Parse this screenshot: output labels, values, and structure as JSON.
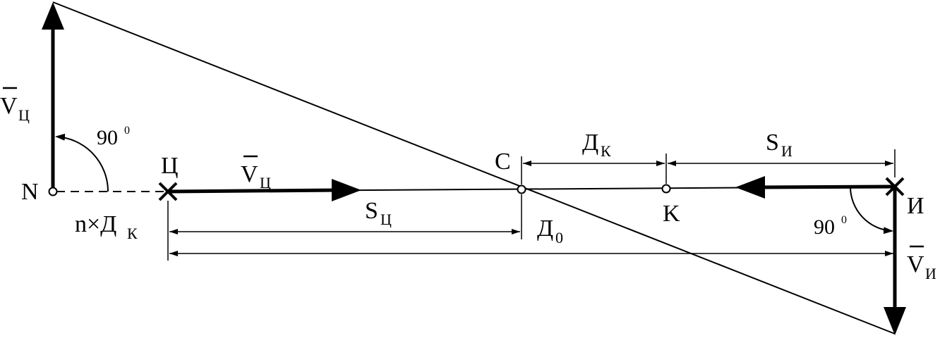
{
  "diagram": {
    "labels": {
      "N": "N",
      "target": "Ц",
      "C": "C",
      "K": "K",
      "observer": "И",
      "vt_letter": "V",
      "vt_sub": "Ц",
      "vi_letter": "V",
      "vi_sub": "И",
      "angle_deg": "90",
      "angle_sup": "0",
      "nxd_main": "n×Д",
      "nxd_sub": "К",
      "dk_main": "Д",
      "dk_sub": "К",
      "si_main": "S",
      "si_sub": "И",
      "st_main": "S",
      "st_sub": "Ц",
      "d0_main": "Д",
      "d0_sub": "0"
    },
    "colors": {
      "ink": "#000000",
      "background": "#ffffff"
    }
  }
}
